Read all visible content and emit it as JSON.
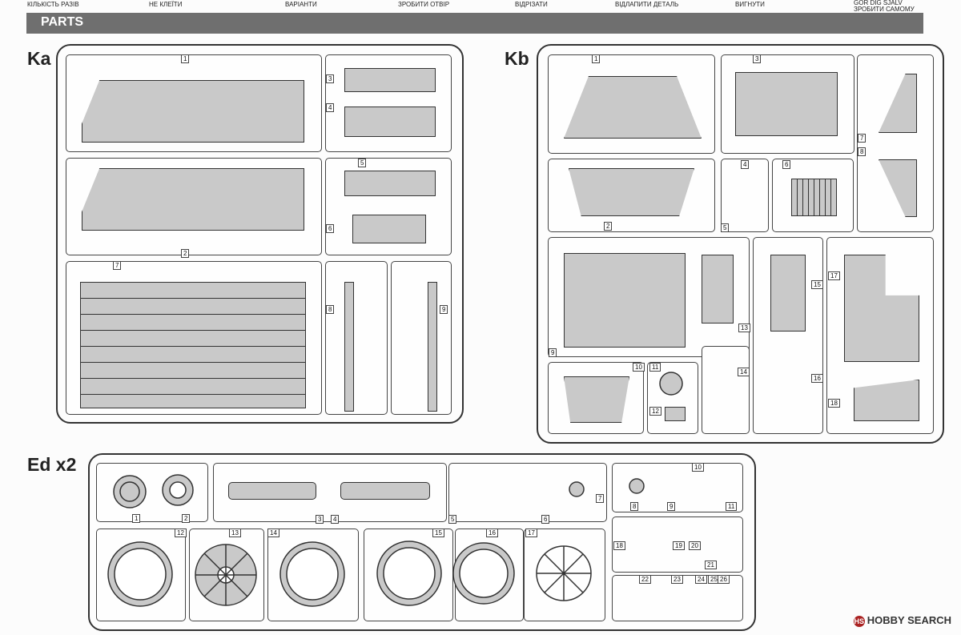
{
  "legend": [
    "КІЛЬКІСТЬ РАЗІВ",
    "НЕ КЛЕЇТИ",
    "ВАРІАНТИ",
    "ЗРОБИТИ ОТВІР",
    "ВІДРІЗАТИ",
    "ВІДЛАПИТИ ДЕТАЛЬ",
    "ВИГНУТИ",
    "GÖR DIG SJÄLV",
    "ЗРОБИТИ САМОМУ"
  ],
  "banner": {
    "title": "PARTS"
  },
  "sprues": {
    "ka": {
      "label": "Ka",
      "badge": "Ka",
      "parts": [
        "1",
        "2",
        "3",
        "4",
        "5",
        "6",
        "7",
        "8",
        "9"
      ]
    },
    "kb": {
      "label": "Kb",
      "badge": "Kb",
      "parts": [
        "1",
        "2",
        "3",
        "4",
        "5",
        "6",
        "7",
        "8",
        "9",
        "10",
        "11",
        "12",
        "13",
        "14",
        "15",
        "16",
        "17",
        "18"
      ]
    },
    "ed": {
      "label": "Ed x2",
      "badge": "Ed",
      "parts": [
        "1",
        "2",
        "3",
        "4",
        "5",
        "6",
        "7",
        "8",
        "9",
        "10",
        "11",
        "12",
        "13",
        "14",
        "15",
        "16",
        "17",
        "18",
        "19",
        "20",
        "21",
        "22",
        "23",
        "24",
        "25",
        "26"
      ]
    }
  },
  "watermark": {
    "text": "HOBBY SEARCH"
  }
}
